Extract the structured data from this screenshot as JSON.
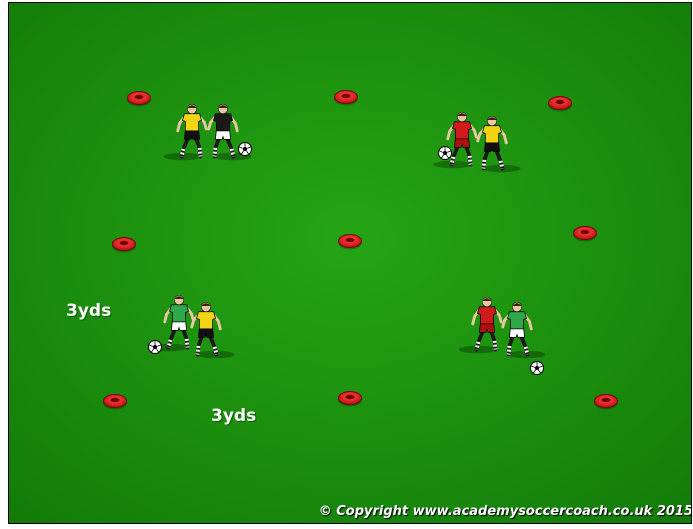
{
  "diagram": {
    "pitch_color": "#1c8c0c",
    "cone_color": "#e41a1a",
    "distance_labels": [
      "3yds",
      "3yds"
    ],
    "copyright": "© Copyright www.academysoccercoach.co.uk 2015",
    "teams": {
      "yellow": {
        "shirt": "#f2d413",
        "shorts": "#111111"
      },
      "black": {
        "shirt": "#1a1a1a",
        "shorts": "#ffffff"
      },
      "red": {
        "shirt": "#d11b1b",
        "shorts": "#b01010"
      },
      "green": {
        "shirt": "#2fa84a",
        "shorts": "#ffffff"
      }
    }
  }
}
